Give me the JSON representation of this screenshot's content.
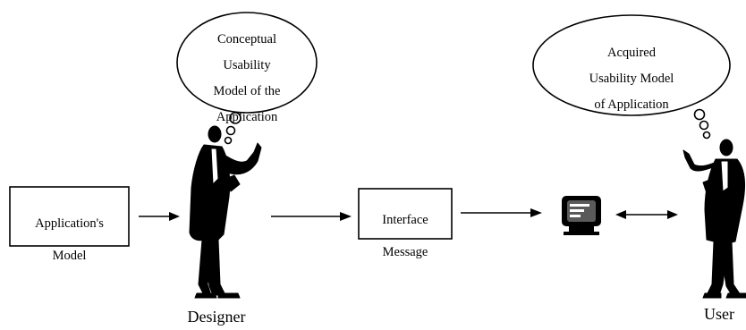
{
  "designer_thought": {
    "lines": [
      "Conceptual",
      "Usability",
      "Model of the",
      "Application"
    ]
  },
  "user_thought": {
    "lines": [
      "Acquired",
      "Usability Model",
      "of Application"
    ]
  },
  "application_model_box": {
    "lines": [
      "Application's",
      "Model"
    ]
  },
  "interface_message_box": {
    "lines": [
      "Interface",
      "Message"
    ]
  },
  "designer_caption": "Designer",
  "user_caption": "User",
  "colors": {
    "ink": "#000000",
    "background": "#ffffff",
    "screen": "#5a5a5a"
  }
}
